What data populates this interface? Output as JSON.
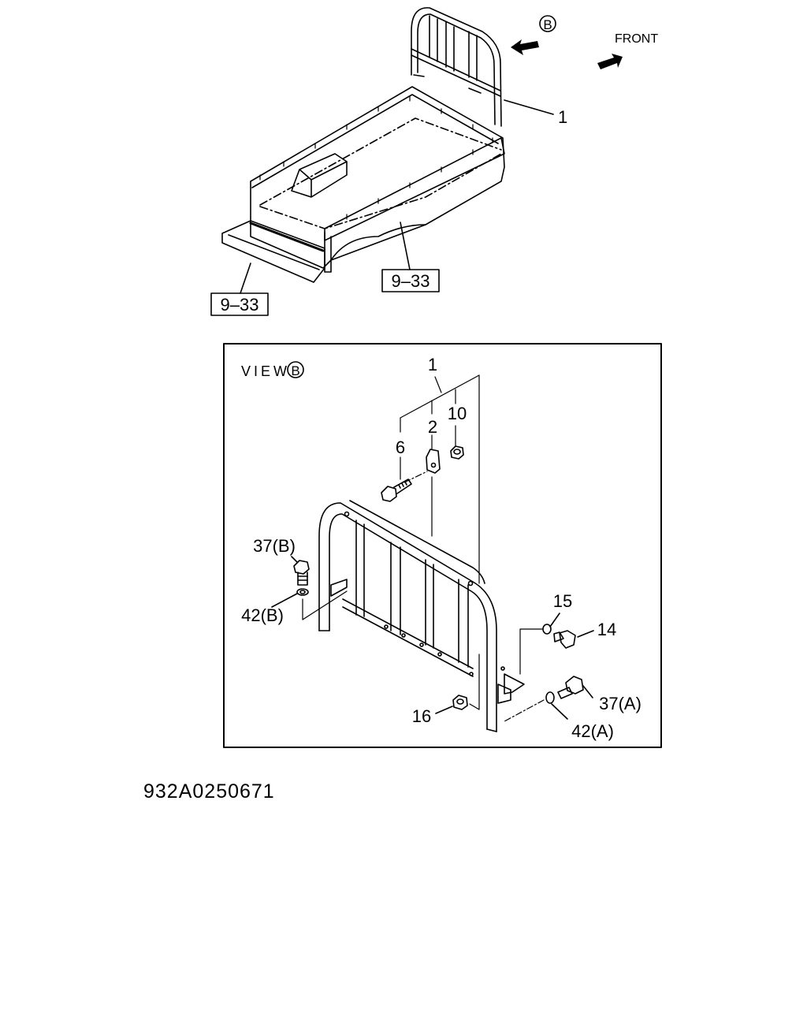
{
  "labels": {
    "view_marker_top": "B",
    "front": "FRONT",
    "guard_top_callout": "1",
    "ref_left": "9–33",
    "ref_right": "9–33",
    "view_title": "VIEW",
    "view_marker": "B",
    "part_1": "1",
    "part_10": "10",
    "part_2": "2",
    "part_6": "6",
    "part_37b": "37(B)",
    "part_42b": "42(B)",
    "part_15": "15",
    "part_14": "14",
    "part_37a": "37(A)",
    "part_42a": "42(A)",
    "part_16": "16"
  },
  "document_id": "932A0250671",
  "colors": {
    "line": "#000000",
    "background": "#ffffff"
  }
}
